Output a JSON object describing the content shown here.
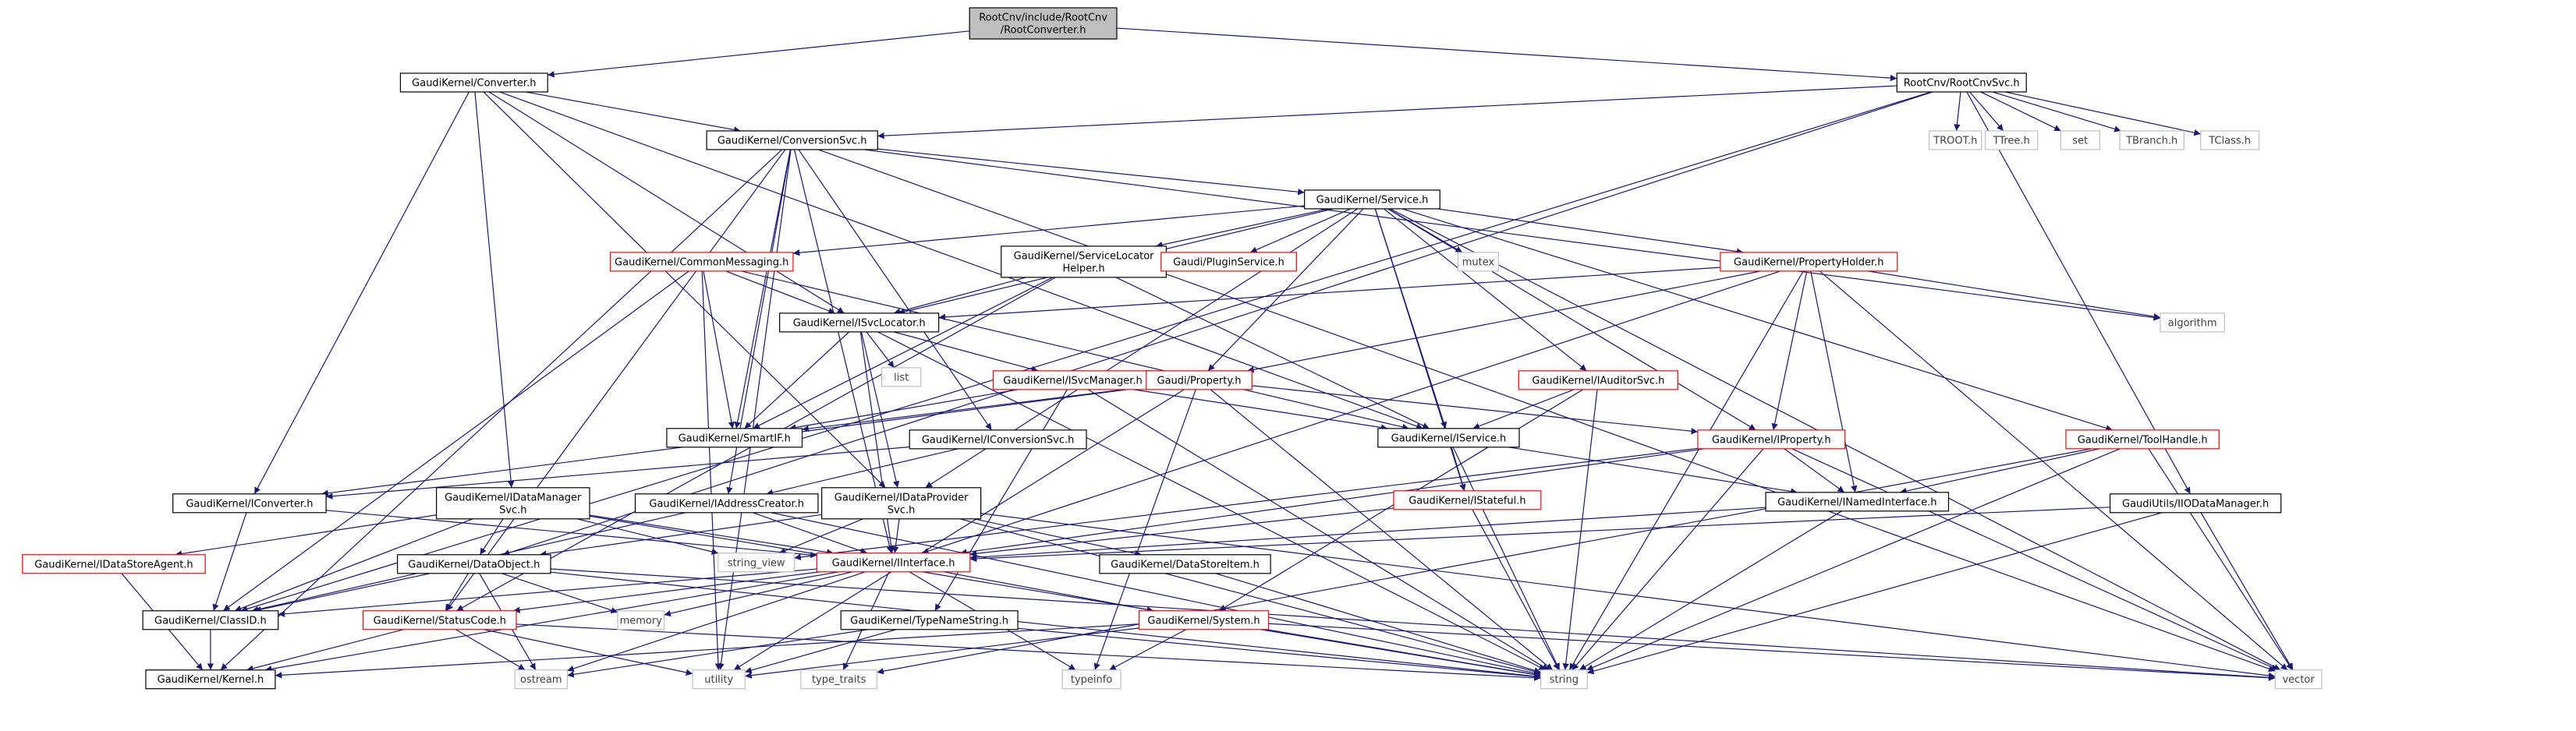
{
  "colors": {
    "edge": "#191970",
    "node_border": "#000000",
    "external_border": "#bfbfbf",
    "incomplete_border": "#ff0000",
    "root_fill": "#bfbfbf",
    "text_dark": "#000000",
    "text_external": "#404040",
    "background": "#ffffff"
  },
  "nodes": [
    {
      "id": "root",
      "label": "RootCnv/include/RootCnv\n/RootConverter.h",
      "kind": "root"
    },
    {
      "id": "converter",
      "label": "GaudiKernel/Converter.h",
      "kind": "doc"
    },
    {
      "id": "rootcnvsvc",
      "label": "RootCnv/RootCnvSvc.h",
      "kind": "doc"
    },
    {
      "id": "conversionsvc",
      "label": "GaudiKernel/ConversionSvc.h",
      "kind": "doc"
    },
    {
      "id": "troot",
      "label": "TROOT.h",
      "kind": "external"
    },
    {
      "id": "ttree",
      "label": "TTree.h",
      "kind": "external"
    },
    {
      "id": "set",
      "label": "set",
      "kind": "external"
    },
    {
      "id": "tbranch",
      "label": "TBranch.h",
      "kind": "external"
    },
    {
      "id": "tclass",
      "label": "TClass.h",
      "kind": "external"
    },
    {
      "id": "service",
      "label": "GaudiKernel/Service.h",
      "kind": "doc"
    },
    {
      "id": "commonmsg",
      "label": "GaudiKernel/CommonMessaging.h",
      "kind": "incomplete"
    },
    {
      "id": "svclocatorhelper",
      "label": "GaudiKernel/ServiceLocator\nHelper.h",
      "kind": "doc"
    },
    {
      "id": "pluginservice",
      "label": "Gaudi/PluginService.h",
      "kind": "incomplete"
    },
    {
      "id": "mutex",
      "label": "mutex",
      "kind": "external"
    },
    {
      "id": "propertyholder",
      "label": "GaudiKernel/PropertyHolder.h",
      "kind": "incomplete"
    },
    {
      "id": "algorithm",
      "label": "algorithm",
      "kind": "external"
    },
    {
      "id": "isvclocator",
      "label": "GaudiKernel/ISvcLocator.h",
      "kind": "doc"
    },
    {
      "id": "list",
      "label": "list",
      "kind": "external"
    },
    {
      "id": "isvcmanager",
      "label": "GaudiKernel/ISvcManager.h",
      "kind": "incomplete"
    },
    {
      "id": "property",
      "label": "Gaudi/Property.h",
      "kind": "incomplete"
    },
    {
      "id": "iauditorsvc",
      "label": "GaudiKernel/IAuditorSvc.h",
      "kind": "incomplete"
    },
    {
      "id": "smartif",
      "label": "GaudiKernel/SmartIF.h",
      "kind": "doc"
    },
    {
      "id": "iconversionsvc",
      "label": "GaudiKernel/IConversionSvc.h",
      "kind": "doc"
    },
    {
      "id": "iservice",
      "label": "GaudiKernel/IService.h",
      "kind": "doc"
    },
    {
      "id": "iproperty",
      "label": "GaudiKernel/IProperty.h",
      "kind": "incomplete"
    },
    {
      "id": "toolhandle",
      "label": "GaudiKernel/ToolHandle.h",
      "kind": "incomplete"
    },
    {
      "id": "iconverter",
      "label": "GaudiKernel/IConverter.h",
      "kind": "doc"
    },
    {
      "id": "idatamanagersvc",
      "label": "GaudiKernel/IDataManager\nSvc.h",
      "kind": "doc"
    },
    {
      "id": "iaddresscreator",
      "label": "GaudiKernel/IAddressCreator.h",
      "kind": "doc"
    },
    {
      "id": "idataprovidersvc",
      "label": "GaudiKernel/IDataProvider\nSvc.h",
      "kind": "doc"
    },
    {
      "id": "istateful",
      "label": "GaudiKernel/IStateful.h",
      "kind": "incomplete"
    },
    {
      "id": "inamedinterface",
      "label": "GaudiKernel/INamedInterface.h",
      "kind": "doc"
    },
    {
      "id": "iiodatamanager",
      "label": "GaudiUtils/IIODataManager.h",
      "kind": "doc"
    },
    {
      "id": "idatastoreagent",
      "label": "GaudiKernel/IDataStoreAgent.h",
      "kind": "incomplete"
    },
    {
      "id": "stringview",
      "label": "string_view",
      "kind": "external"
    },
    {
      "id": "dataobject",
      "label": "GaudiKernel/DataObject.h",
      "kind": "doc"
    },
    {
      "id": "iinterface",
      "label": "GaudiKernel/IInterface.h",
      "kind": "incomplete"
    },
    {
      "id": "datastoreitem",
      "label": "GaudiKernel/DataStoreItem.h",
      "kind": "doc"
    },
    {
      "id": "classid",
      "label": "GaudiKernel/ClassID.h",
      "kind": "doc"
    },
    {
      "id": "memory",
      "label": "memory",
      "kind": "external"
    },
    {
      "id": "statuscode",
      "label": "GaudiKernel/StatusCode.h",
      "kind": "incomplete"
    },
    {
      "id": "typenamestring",
      "label": "GaudiKernel/TypeNameString.h",
      "kind": "doc"
    },
    {
      "id": "system",
      "label": "GaudiKernel/System.h",
      "kind": "incomplete"
    },
    {
      "id": "kernel",
      "label": "GaudiKernel/Kernel.h",
      "kind": "doc"
    },
    {
      "id": "ostream",
      "label": "ostream",
      "kind": "external"
    },
    {
      "id": "utility",
      "label": "utility",
      "kind": "external"
    },
    {
      "id": "typetraits",
      "label": "type_traits",
      "kind": "external"
    },
    {
      "id": "typeinfo",
      "label": "typeinfo",
      "kind": "external"
    },
    {
      "id": "string",
      "label": "string",
      "kind": "external"
    },
    {
      "id": "vector",
      "label": "vector",
      "kind": "external"
    }
  ],
  "edges": [
    [
      "root",
      "converter"
    ],
    [
      "root",
      "rootcnvsvc"
    ],
    [
      "converter",
      "conversionsvc"
    ],
    [
      "converter",
      "isvclocator"
    ],
    [
      "converter",
      "iconverter"
    ],
    [
      "converter",
      "idatamanagersvc"
    ],
    [
      "converter",
      "idataprovidersvc"
    ],
    [
      "converter",
      "iservice"
    ],
    [
      "rootcnvsvc",
      "conversionsvc"
    ],
    [
      "rootcnvsvc",
      "troot"
    ],
    [
      "rootcnvsvc",
      "ttree"
    ],
    [
      "rootcnvsvc",
      "set"
    ],
    [
      "rootcnvsvc",
      "tbranch"
    ],
    [
      "rootcnvsvc",
      "tclass"
    ],
    [
      "rootcnvsvc",
      "iiodatamanager"
    ],
    [
      "rootcnvsvc",
      "dataobject"
    ],
    [
      "rootcnvsvc",
      "classid"
    ],
    [
      "conversionsvc",
      "service"
    ],
    [
      "conversionsvc",
      "iconversionsvc"
    ],
    [
      "conversionsvc",
      "iaddresscreator"
    ],
    [
      "conversionsvc",
      "smartif"
    ],
    [
      "conversionsvc",
      "kernel"
    ],
    [
      "conversionsvc",
      "statuscode"
    ],
    [
      "conversionsvc",
      "algorithm"
    ],
    [
      "conversionsvc",
      "vector"
    ],
    [
      "conversionsvc",
      "utility"
    ],
    [
      "conversionsvc",
      "iinterface"
    ],
    [
      "service",
      "commonmsg"
    ],
    [
      "service",
      "svclocatorhelper"
    ],
    [
      "service",
      "pluginservice"
    ],
    [
      "service",
      "mutex"
    ],
    [
      "service",
      "propertyholder"
    ],
    [
      "service",
      "isvclocator"
    ],
    [
      "service",
      "property"
    ],
    [
      "service",
      "iauditorsvc"
    ],
    [
      "service",
      "iservice"
    ],
    [
      "service",
      "iproperty"
    ],
    [
      "service",
      "toolhandle"
    ],
    [
      "service",
      "istateful"
    ],
    [
      "service",
      "vector"
    ],
    [
      "service",
      "idataprovidersvc"
    ],
    [
      "commonmsg",
      "isvclocator"
    ],
    [
      "commonmsg",
      "smartif"
    ],
    [
      "commonmsg",
      "iservice"
    ],
    [
      "commonmsg",
      "classid"
    ],
    [
      "commonmsg",
      "utility"
    ],
    [
      "svclocatorhelper",
      "isvclocator"
    ],
    [
      "svclocatorhelper",
      "smartif"
    ],
    [
      "svclocatorhelper",
      "iservice"
    ],
    [
      "svclocatorhelper",
      "statuscode"
    ],
    [
      "propertyholder",
      "algorithm"
    ],
    [
      "propertyholder",
      "isvclocator"
    ],
    [
      "propertyholder",
      "property"
    ],
    [
      "propertyholder",
      "iproperty"
    ],
    [
      "propertyholder",
      "inamedinterface"
    ],
    [
      "propertyholder",
      "string"
    ],
    [
      "propertyholder",
      "vector"
    ],
    [
      "propertyholder",
      "iinterface"
    ],
    [
      "isvclocator",
      "list"
    ],
    [
      "isvclocator",
      "isvcmanager"
    ],
    [
      "isvclocator",
      "smartif"
    ],
    [
      "isvclocator",
      "string"
    ],
    [
      "isvclocator",
      "iinterface"
    ],
    [
      "isvclocator",
      "idataprovidersvc"
    ],
    [
      "isvcmanager",
      "iservice"
    ],
    [
      "isvcmanager",
      "smartif"
    ],
    [
      "isvcmanager",
      "string"
    ],
    [
      "isvcmanager",
      "typenamestring"
    ],
    [
      "property",
      "iproperty"
    ],
    [
      "property",
      "smartif"
    ],
    [
      "property",
      "string"
    ],
    [
      "property",
      "typeinfo"
    ],
    [
      "property",
      "utility"
    ],
    [
      "property",
      "iconverter"
    ],
    [
      "iauditorsvc",
      "iservice"
    ],
    [
      "iauditorsvc",
      "string"
    ],
    [
      "iauditorsvc",
      "system"
    ],
    [
      "iconversionsvc",
      "iconverter"
    ],
    [
      "iconversionsvc",
      "iaddresscreator"
    ],
    [
      "iservice",
      "inamedinterface"
    ],
    [
      "iservice",
      "istateful"
    ],
    [
      "iservice",
      "string"
    ],
    [
      "iproperty",
      "inamedinterface"
    ],
    [
      "iproperty",
      "iinterface"
    ],
    [
      "iproperty",
      "string"
    ],
    [
      "iproperty",
      "vector"
    ],
    [
      "iproperty",
      "stringview"
    ],
    [
      "toolhandle",
      "inamedinterface"
    ],
    [
      "toolhandle",
      "string"
    ],
    [
      "toolhandle",
      "vector"
    ],
    [
      "toolhandle",
      "typetraits"
    ],
    [
      "iconverter",
      "classid"
    ],
    [
      "iconverter",
      "iinterface"
    ],
    [
      "idatamanagersvc",
      "iinterface"
    ],
    [
      "idatamanagersvc",
      "stringview"
    ],
    [
      "idatamanagersvc",
      "idatastoreagent"
    ],
    [
      "idatamanagersvc",
      "classid"
    ],
    [
      "idatamanagersvc",
      "dataobject"
    ],
    [
      "idatamanagersvc",
      "string"
    ],
    [
      "iaddresscreator",
      "iinterface"
    ],
    [
      "iaddresscreator",
      "classid"
    ],
    [
      "iaddresscreator",
      "string"
    ],
    [
      "idataprovidersvc",
      "iinterface"
    ],
    [
      "idataprovidersvc",
      "stringview"
    ],
    [
      "idataprovidersvc",
      "datastoreitem"
    ],
    [
      "idataprovidersvc",
      "dataobject"
    ],
    [
      "idataprovidersvc",
      "string"
    ],
    [
      "idataprovidersvc",
      "vector"
    ],
    [
      "istateful",
      "iinterface"
    ],
    [
      "istateful",
      "string"
    ],
    [
      "inamedinterface",
      "iinterface"
    ],
    [
      "inamedinterface",
      "string"
    ],
    [
      "iiodatamanager",
      "iinterface"
    ],
    [
      "iiodatamanager",
      "string"
    ],
    [
      "iiodatamanager",
      "vector"
    ],
    [
      "idatastoreagent",
      "kernel"
    ],
    [
      "dataobject",
      "classid"
    ],
    [
      "dataobject",
      "statuscode"
    ],
    [
      "dataobject",
      "memory"
    ],
    [
      "dataobject",
      "ostream"
    ],
    [
      "dataobject",
      "string"
    ],
    [
      "dataobject",
      "vector"
    ],
    [
      "iinterface",
      "classid"
    ],
    [
      "iinterface",
      "statuscode"
    ],
    [
      "iinterface",
      "system"
    ],
    [
      "iinterface",
      "kernel"
    ],
    [
      "iinterface",
      "ostream"
    ],
    [
      "iinterface",
      "typeinfo"
    ],
    [
      "iinterface",
      "typetraits"
    ],
    [
      "iinterface",
      "memory"
    ],
    [
      "datastoreitem",
      "string"
    ],
    [
      "classid",
      "kernel"
    ],
    [
      "statuscode",
      "kernel"
    ],
    [
      "statuscode",
      "ostream"
    ],
    [
      "statuscode",
      "utility"
    ],
    [
      "statuscode",
      "string"
    ],
    [
      "typenamestring",
      "string"
    ],
    [
      "typenamestring",
      "ostream"
    ],
    [
      "typenamestring",
      "utility"
    ],
    [
      "system",
      "kernel"
    ],
    [
      "system",
      "string"
    ],
    [
      "system",
      "typeinfo"
    ],
    [
      "system",
      "vector"
    ],
    [
      "system",
      "utility"
    ]
  ]
}
